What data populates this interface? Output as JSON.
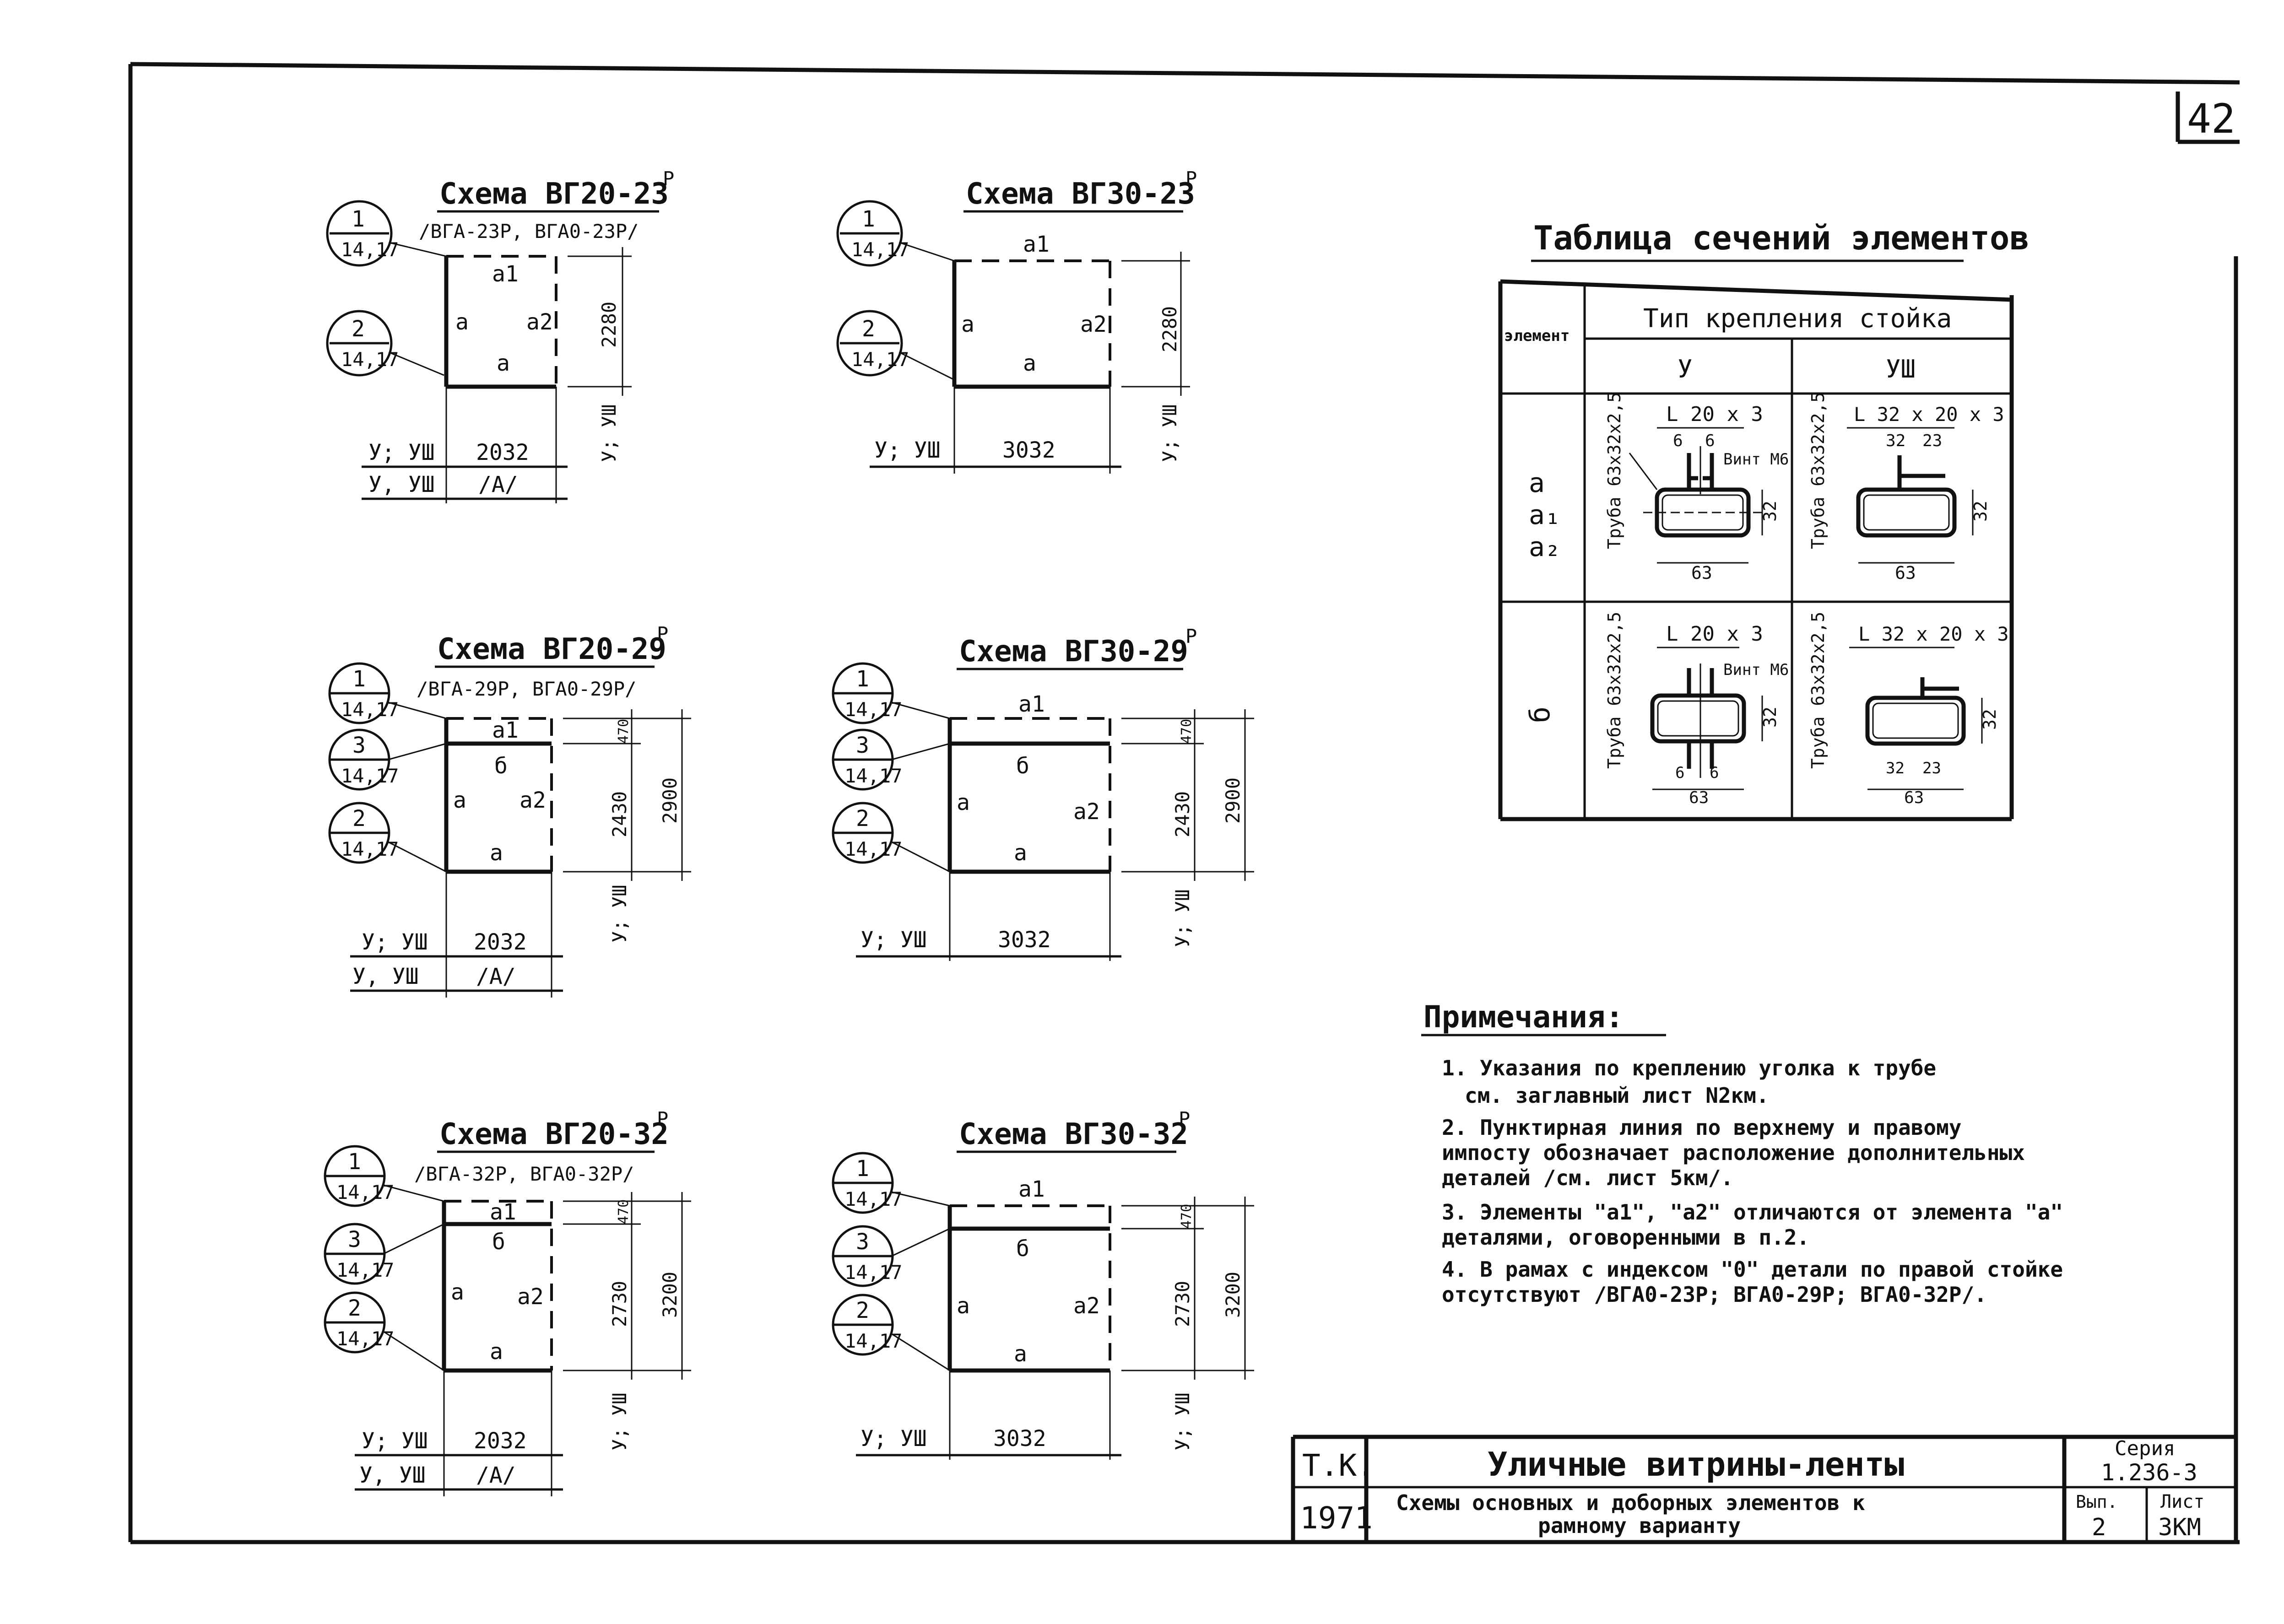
{
  "sheet_number": "42",
  "common": {
    "callouts": [
      {
        "num": "1",
        "ref": "14,17"
      },
      {
        "num": "2",
        "ref": "14,17"
      },
      {
        "num": "3",
        "ref": "14,17"
      }
    ],
    "row_labels": {
      "mount": "У; УШ",
      "variant": "У, УШ",
      "vertical_mount": "У; УШ"
    },
    "element_labels": {
      "a": "а",
      "a1": "а1",
      "a2": "а2",
      "b": "б"
    },
    "variant_value": "/А/"
  },
  "schemes": [
    {
      "title": "Схема ВГ20-23",
      "sup": "Р",
      "subtitle": "/ВГА-23Р, ВГА0-23Р/",
      "width": "2032",
      "height": "2280",
      "has_variant_row": true
    },
    {
      "title": "Схема ВГ30-23",
      "sup": "Р",
      "subtitle": "",
      "width": "3032",
      "height": "2280",
      "has_variant_row": false
    },
    {
      "title": "Схема ВГ20-29",
      "sup": "Р",
      "subtitle": "/ВГА-29Р, ВГА0-29Р/",
      "width": "2032",
      "top_dim": "470",
      "inner_dim": "2430",
      "height": "2900",
      "has_variant_row": true
    },
    {
      "title": "Схема ВГ30-29",
      "sup": "Р",
      "subtitle": "",
      "width": "3032",
      "top_dim": "470",
      "inner_dim": "2430",
      "height": "2900",
      "has_variant_row": false
    },
    {
      "title": "Схема ВГ20-32",
      "sup": "Р",
      "subtitle": "/ВГА-32Р, ВГА0-32Р/",
      "width": "2032",
      "top_dim": "470",
      "inner_dim": "2730",
      "height": "3200",
      "has_variant_row": true
    },
    {
      "title": "Схема ВГ30-32",
      "sup": "Р",
      "subtitle": "",
      "width": "3032",
      "top_dim": "470",
      "inner_dim": "2730",
      "height": "3200",
      "has_variant_row": false
    }
  ],
  "section_table": {
    "title": "Таблица сечений элементов",
    "col_element": "элемент",
    "col_group": "Тип крепления стойка",
    "col_y": "У",
    "col_ush": "УШ",
    "row1_label": "а\nа1\nа2",
    "row2_label": "б",
    "cells": {
      "r1_y": {
        "angle": "L 20 x 3",
        "tube": "Труба 63x32x2,5",
        "dims": [
          "6",
          "6"
        ],
        "screw": "Винт М6",
        "h": "32",
        "w": "63"
      },
      "r1_ush": {
        "angle": "L 32 x 20 x 3",
        "tube": "Труба 63x32x2,5",
        "dims": [
          "32",
          "23"
        ],
        "h": "32",
        "w": "63"
      },
      "r2_y": {
        "angle": "L 20 x 3",
        "tube": "Труба 63x32x2,5",
        "dims": [
          "6",
          "6"
        ],
        "screw": "Винт М6",
        "h": "32",
        "w": "63"
      },
      "r2_ush": {
        "angle": "L 32 x 20 x 3",
        "tube": "Труба 63x32x2,5",
        "dims": [
          "32",
          "23"
        ],
        "h": "32",
        "w": "63"
      }
    }
  },
  "notes": {
    "title": "Примечания:",
    "items": [
      "1. Указания по креплению уголка к трубе",
      "см. заглавный лист N2км.",
      "2. Пунктирная линия по верхнему и правому",
      "импосту обозначает расположение дополнительных",
      "деталей /см. лист 5км/.",
      "3. Элементы \"а1\", \"а2\" отличаются от элемента \"а\"",
      "деталями, оговоренными в п.2.",
      "4. В рамах с индексом \"0\" детали по правой стойке",
      "отсутствуют /ВГА0-23Р; ВГА0-29Р; ВГА0-32Р/."
    ]
  },
  "title_block": {
    "org": "Т.К.",
    "year": "1971",
    "title": "Уличные витрины-ленты",
    "subtitle_line1": "Схемы основных и доборных элементов к",
    "subtitle_line2": "рамному варианту",
    "series_label": "Серия",
    "series": "1.236-3",
    "issue_label": "Вып.",
    "issue": "2",
    "sheet_label": "Лист",
    "sheet": "3КМ"
  }
}
